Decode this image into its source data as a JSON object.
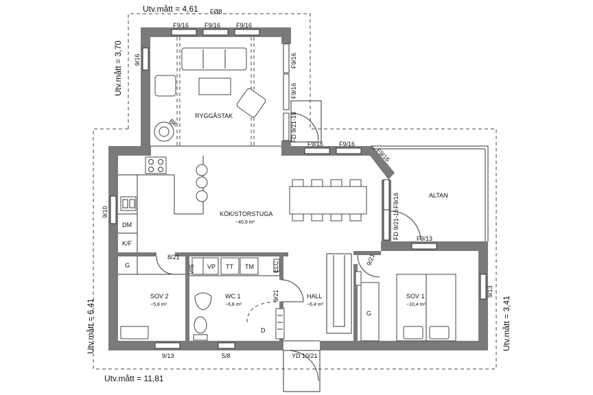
{
  "dimensions": {
    "top": "Utv.mått = 4,61",
    "left_upper": "Utv.mått = 3,70",
    "left_lower": "Utv.mått = 6,41",
    "right": "Utv.mått = 3,41",
    "bottom": "Utv.mått = 11,81"
  },
  "top_label": "FØ8",
  "rooms": {
    "ryggastak": {
      "name": "RYGGÅSTAK"
    },
    "kok": {
      "name": "KÖK/STORSTUGA",
      "area": "~40,9 m²"
    },
    "altan": {
      "name": "ALTAN"
    },
    "sov2": {
      "name": "SOV 2",
      "area": "~5,8 m²"
    },
    "wc1": {
      "name": "WC 1",
      "area": "~6,8 m²"
    },
    "hall": {
      "name": "HALL",
      "area": "~6,4 m²"
    },
    "sov1": {
      "name": "SOV 1",
      "area": "~10,4 m²"
    }
  },
  "windows": {
    "top1": "F9/16",
    "top2": "F9/16",
    "top3": "F9/16",
    "left_ryg": "9/16",
    "right_ryg1": "F9/16",
    "right_ryg2": "F9/16",
    "fd_ryg": "FD 9/21-16",
    "mid1": "F9/16",
    "mid2": "F9/16",
    "diag": "F9/16",
    "altan_v": "F9/16",
    "fd_altan": "FD 9/21-16",
    "altan_bottom": "F9/13",
    "kitchen_left": "9/10",
    "sov2_bottom": "9/13",
    "wc_bottom": "5/8",
    "yd": "YD 10/21",
    "sov1_right": "9/13"
  },
  "doors": {
    "sov2": "8/21",
    "hall_wc": "9/21",
    "sov1": "9/21"
  },
  "fixtures": {
    "dm": "DM",
    "kf": "K/F",
    "g_sov2": "G",
    "vs": "V/S",
    "vp": "VP",
    "tt": "TT",
    "tm": "TM",
    "elc": "ELC",
    "d": "D",
    "g_sov1": "G",
    "bk": "BK"
  }
}
